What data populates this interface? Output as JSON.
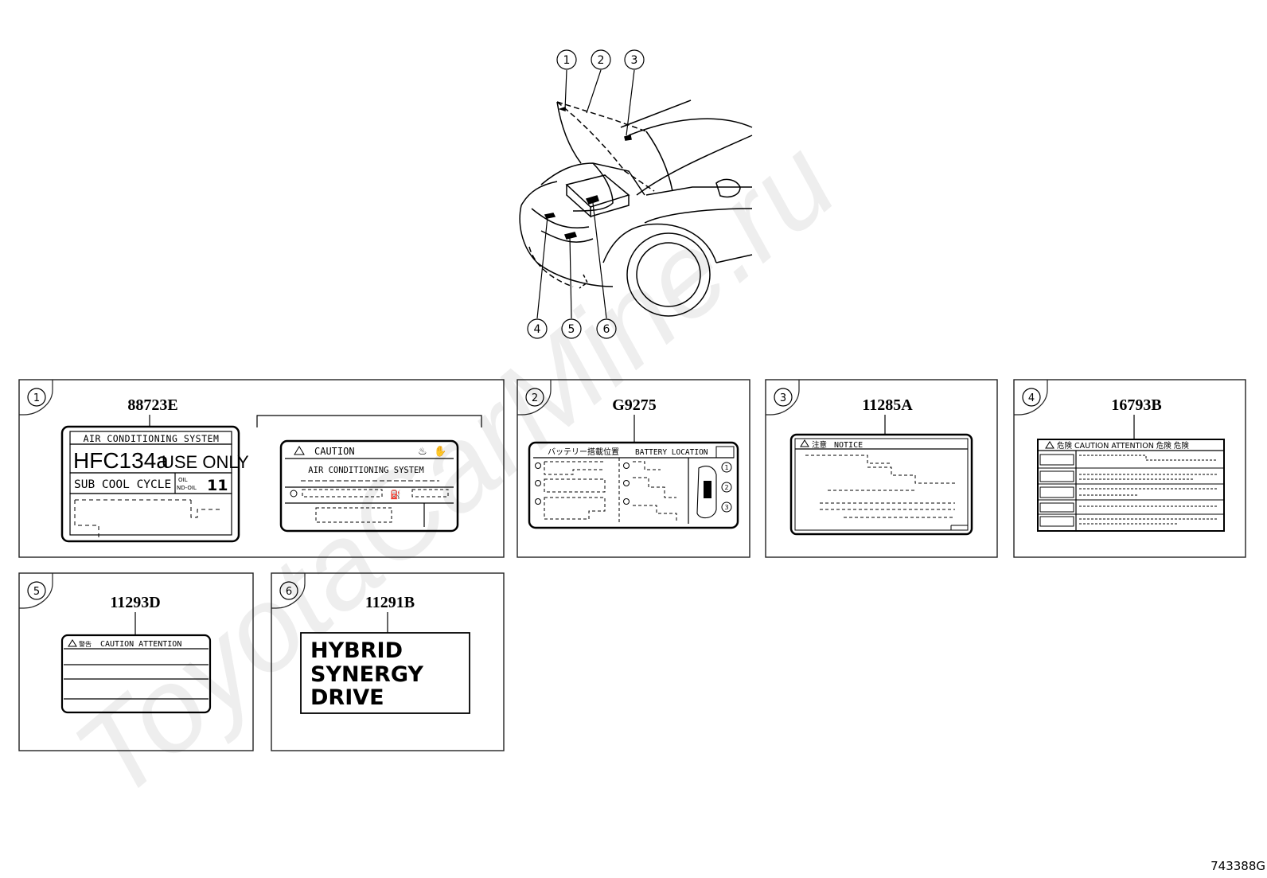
{
  "figure_id": "743388G",
  "watermark": "ToyotaCarMine.ru",
  "callouts": [
    "1",
    "2",
    "3",
    "4",
    "5",
    "6"
  ],
  "panels": [
    {
      "num": "1",
      "part": "88723E",
      "ac_label": {
        "title": "AIR CONDITIONING SYSTEM",
        "refrigerant": "HFC134a",
        "use_only": "USE ONLY",
        "cycle": "SUB COOL CYCLE",
        "oil_top": "OIL",
        "oil_bottom": "ND-OIL",
        "oil_value": "11"
      },
      "caution_label": {
        "caution": "CAUTION",
        "system": "AIR CONDITIONING SYSTEM"
      }
    },
    {
      "num": "2",
      "part": "G9275",
      "header_jp": "バッテリー搭載位置",
      "header_en": "BATTERY LOCATION",
      "positions": [
        "1",
        "2",
        "3"
      ]
    },
    {
      "num": "3",
      "part": "11285A",
      "header_jp": "注意",
      "header_en": "NOTICE"
    },
    {
      "num": "4",
      "part": "16793B",
      "header": "危険 CAUTION ATTENTION 危険 危険"
    },
    {
      "num": "5",
      "part": "11293D",
      "header_jp": "警告",
      "header_en": "CAUTION ATTENTION"
    },
    {
      "num": "6",
      "part": "11291B",
      "lines": [
        "HYBRID",
        "SYNERGY",
        "DRIVE"
      ]
    }
  ],
  "colors": {
    "line": "#000000",
    "panel_border": "#222222",
    "watermark": "#eeeeee"
  }
}
